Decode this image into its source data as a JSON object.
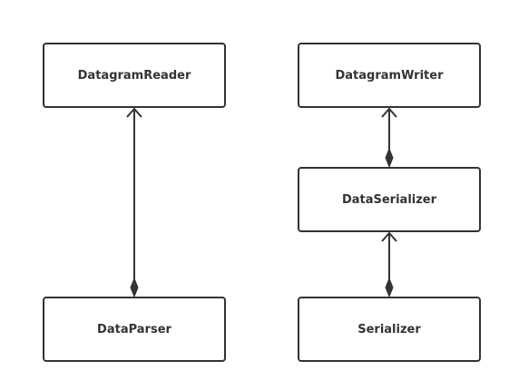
{
  "diagram": {
    "nodes": {
      "datagram_reader": "DatagramReader",
      "datagram_writer": "DatagramWriter",
      "data_serializer": "DataSerializer",
      "data_parser": "DataParser",
      "serializer": "Serializer"
    },
    "edges": [
      {
        "from": "data_parser",
        "to": "datagram_reader",
        "type": "composition"
      },
      {
        "from": "data_serializer",
        "to": "datagram_writer",
        "type": "composition"
      },
      {
        "from": "serializer",
        "to": "data_serializer",
        "type": "composition"
      }
    ],
    "colors": {
      "stroke": "#333333",
      "background": "#ffffff"
    }
  }
}
